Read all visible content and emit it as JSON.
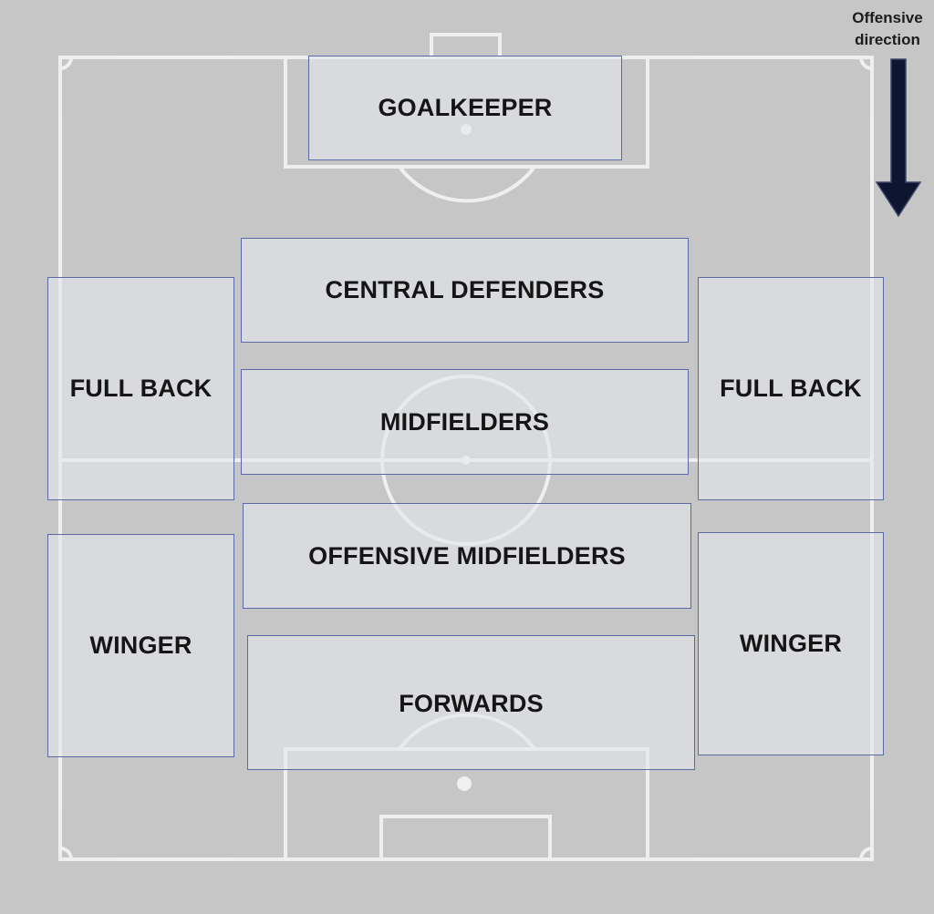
{
  "positions": {
    "goalkeeper": "GOALKEEPER",
    "central_defenders": "CENTRAL DEFENDERS",
    "midfielders": "MIDFIELDERS",
    "offensive_midfielders": "OFFENSIVE MIDFIELDERS",
    "forwards": "FORWARDS",
    "full_back_left": "FULL BACK",
    "full_back_right": "FULL BACK",
    "winger_left": "WINGER",
    "winger_right": "WINGER"
  },
  "direction": {
    "line1": "Offensive",
    "line2": "direction",
    "arrow_icon": "arrow-down-icon"
  },
  "colors": {
    "pitch_background": "#c6c6c6",
    "pitch_lines": "#f4f4f4",
    "zone_border": "#5b6aa6",
    "arrow_fill": "#0d1530"
  }
}
